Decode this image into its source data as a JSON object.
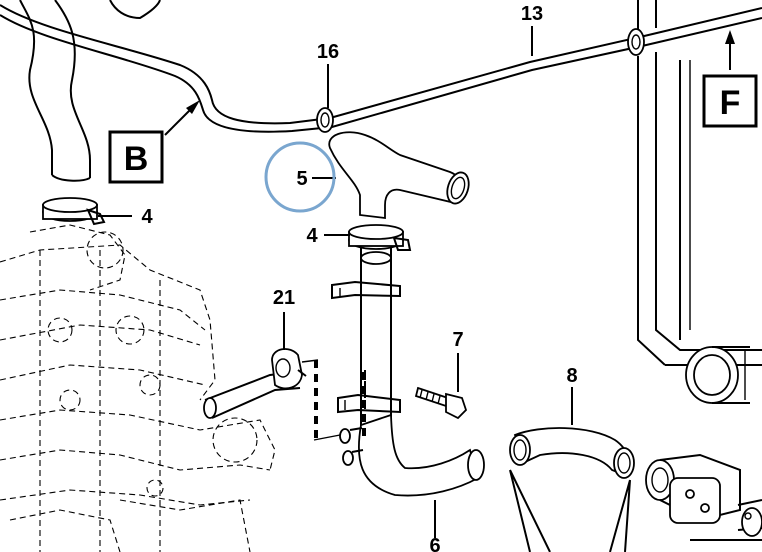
{
  "diagram": {
    "callouts": [
      {
        "id": "c13",
        "text": "13"
      },
      {
        "id": "c16",
        "text": "16"
      },
      {
        "id": "c5",
        "text": "5"
      },
      {
        "id": "c4a",
        "text": "4"
      },
      {
        "id": "c4b",
        "text": "4"
      },
      {
        "id": "c21",
        "text": "21"
      },
      {
        "id": "c7",
        "text": "7"
      },
      {
        "id": "c8",
        "text": "8"
      },
      {
        "id": "c6",
        "text": "6"
      }
    ],
    "view_refs": [
      {
        "id": "B",
        "text": "B"
      },
      {
        "id": "F",
        "text": "F"
      }
    ],
    "highlight": {
      "color": "#7aa6cf",
      "target": "5"
    }
  }
}
